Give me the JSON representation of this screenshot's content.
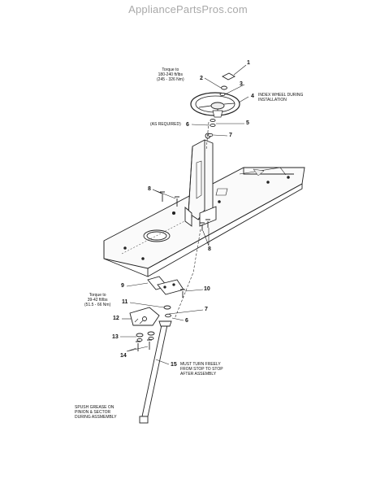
{
  "watermark": "AppliancePartsPros.com",
  "callouts": {
    "c1": "1",
    "c2": "2",
    "c3": "3",
    "c4": "4",
    "c5": "5",
    "c6": "6",
    "c7": "7",
    "c8a": "8",
    "c8b": "8",
    "c9": "9",
    "c10": "10",
    "c11": "11",
    "c7b": "7",
    "c6b": "6",
    "c12": "12",
    "c13": "13",
    "c14": "14",
    "c15": "15"
  },
  "notes": {
    "torque_top_1": "Torque to",
    "torque_top_2": "180-240 ft/lbs",
    "torque_top_3": "(245 - 326 Nm)",
    "index_wheel_1": "INDEX WHEEL DURING",
    "index_wheel_2": "INSTALLATION",
    "as_required": "(AS REQUIRED)",
    "torque_low_1": "Torque to",
    "torque_low_2": "39-42 ft/lbs",
    "torque_low_3": "(51.5 - 66 Nm)",
    "must_turn_1": "MUST TURN FREELY",
    "must_turn_2": "FROM STOP TO STOP",
    "must_turn_3": "AFTER ASSEMBLY",
    "grease_1": "SPUSH GREASE ON",
    "grease_2": "PINION & SECTOR",
    "grease_3": "DURING ASSMEMBLY"
  }
}
